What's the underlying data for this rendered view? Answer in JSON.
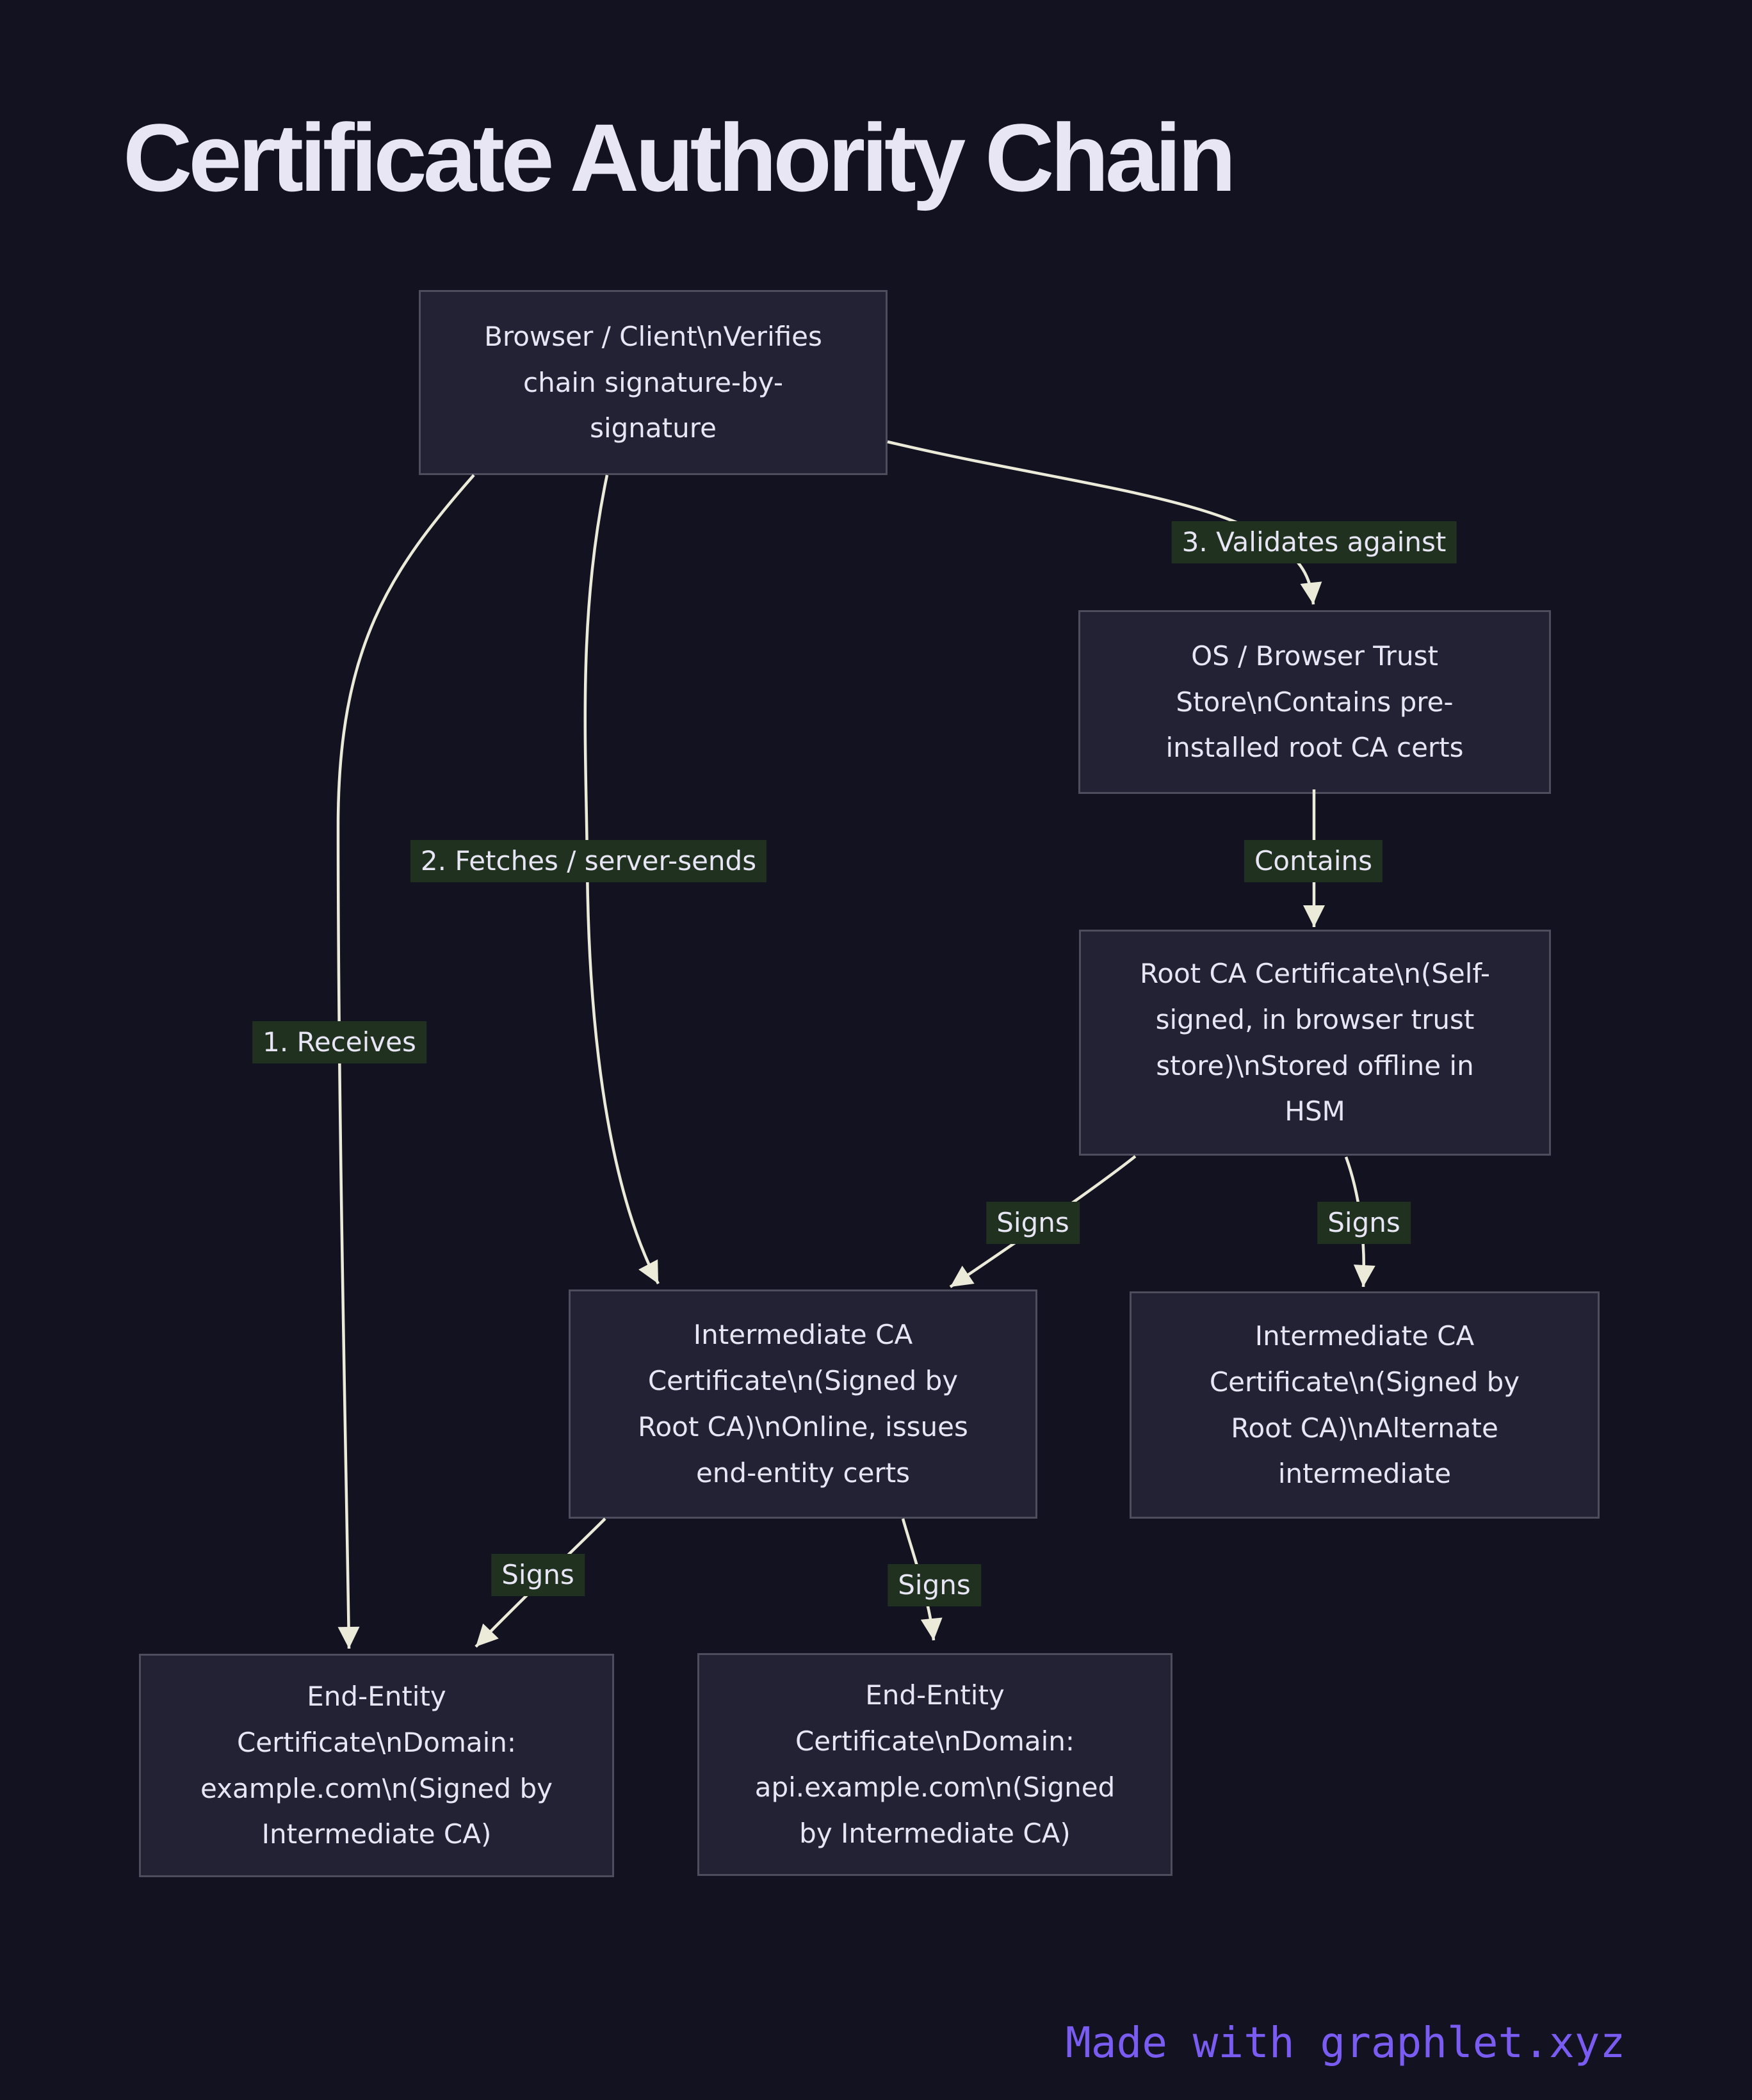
{
  "title": "Certificate Authority Chain",
  "nodes": [
    {
      "id": "browser",
      "label": "Browser / Client\\nVerifies chain signature-by-signature"
    },
    {
      "id": "trust_store",
      "label": "OS / Browser Trust Store\\nContains pre-installed root CA certs"
    },
    {
      "id": "root_ca",
      "label": "Root CA Certificate\\n(Self-signed, in browser trust store)\\nStored offline in HSM"
    },
    {
      "id": "intermediate",
      "label": "Intermediate CA Certificate\\n(Signed by Root CA)\\nOnline, issues end-entity certs"
    },
    {
      "id": "intermediate_alt",
      "label": "Intermediate CA Certificate\\n(Signed by Root CA)\\nAlternate intermediate"
    },
    {
      "id": "end_entity_web",
      "label": "End-Entity Certificate\\nDomain: example.com\\n(Signed by Intermediate CA)"
    },
    {
      "id": "end_entity_api",
      "label": "End-Entity Certificate\\nDomain: api.example.com\\n(Signed by Intermediate CA)"
    }
  ],
  "edge_labels": [
    {
      "id": "receives",
      "text": "1. Receives"
    },
    {
      "id": "fetches",
      "text": "2. Fetches / server-sends"
    },
    {
      "id": "validates",
      "text": "3. Validates against"
    },
    {
      "id": "contains",
      "text": "Contains"
    },
    {
      "id": "signs_root_to_intermediate",
      "text": "Signs"
    },
    {
      "id": "signs_root_to_alternate",
      "text": "Signs"
    },
    {
      "id": "signs_intermediate_to_web",
      "text": "Signs"
    },
    {
      "id": "signs_intermediate_to_api",
      "text": "Signs"
    }
  ],
  "footer": "Made with graphlet.xyz",
  "colors": {
    "background": "#131221",
    "node_fill": "#232235",
    "node_border": "#4e4d5e",
    "text": "#e8e6f5",
    "edge": "#ecead9",
    "edge_label_bg": "#203120",
    "footer": "#7b5cf3"
  }
}
